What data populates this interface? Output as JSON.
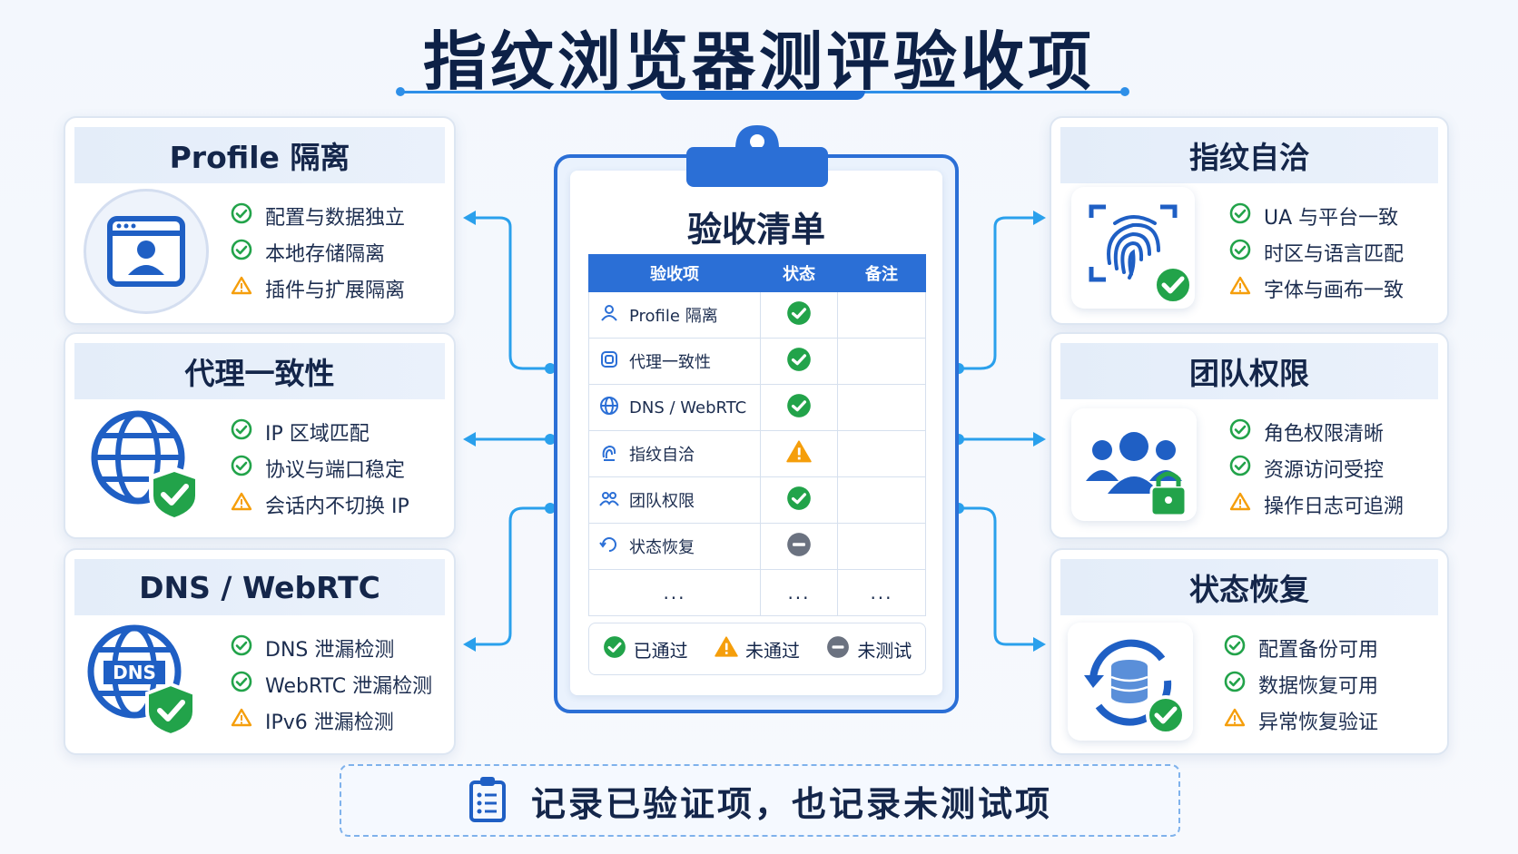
{
  "title": "指纹浏览器测评验收项",
  "left_cards": [
    {
      "title": "Profile 隔离",
      "icon": "profile-window-icon",
      "items": [
        {
          "text": "配置与数据独立",
          "status": "pass"
        },
        {
          "text": "本地存储隔离",
          "status": "pass"
        },
        {
          "text": "插件与扩展隔离",
          "status": "warn"
        }
      ]
    },
    {
      "title": "代理一致性",
      "icon": "globe-shield-icon",
      "items": [
        {
          "text": "IP 区域匹配",
          "status": "pass"
        },
        {
          "text": "协议与端口稳定",
          "status": "pass"
        },
        {
          "text": "会话内不切换 IP",
          "status": "warn"
        }
      ]
    },
    {
      "title": "DNS / WebRTC",
      "icon": "dns-globe-icon",
      "icon_label": "DNS",
      "items": [
        {
          "text": "DNS 泄漏检测",
          "status": "pass"
        },
        {
          "text": "WebRTC 泄漏检测",
          "status": "pass"
        },
        {
          "text": "IPv6 泄漏检测",
          "status": "warn"
        }
      ]
    }
  ],
  "right_cards": [
    {
      "title": "指纹自洽",
      "icon": "fingerprint-icon",
      "items": [
        {
          "text": "UA 与平台一致",
          "status": "pass"
        },
        {
          "text": "时区与语言匹配",
          "status": "pass"
        },
        {
          "text": "字体与画布一致",
          "status": "warn"
        }
      ]
    },
    {
      "title": "团队权限",
      "icon": "team-lock-icon",
      "items": [
        {
          "text": "角色权限清晰",
          "status": "pass"
        },
        {
          "text": "资源访问受控",
          "status": "pass"
        },
        {
          "text": "操作日志可追溯",
          "status": "warn"
        }
      ]
    },
    {
      "title": "状态恢复",
      "icon": "database-restore-icon",
      "items": [
        {
          "text": "配置备份可用",
          "status": "pass"
        },
        {
          "text": "数据恢复可用",
          "status": "pass"
        },
        {
          "text": "异常恢复验证",
          "status": "warn"
        }
      ]
    }
  ],
  "checklist": {
    "title": "验收清单",
    "headers": [
      "验收项",
      "状态",
      "备注"
    ],
    "rows": [
      {
        "name": "Profile 隔离",
        "status": "pass",
        "note": ""
      },
      {
        "name": "代理一致性",
        "status": "pass",
        "note": ""
      },
      {
        "name": "DNS / WebRTC",
        "status": "pass",
        "note": ""
      },
      {
        "name": "指纹自洽",
        "status": "warn",
        "note": ""
      },
      {
        "name": "团队权限",
        "status": "pass",
        "note": ""
      },
      {
        "name": "状态恢复",
        "status": "untested",
        "note": ""
      }
    ],
    "more": [
      "...",
      "...",
      "..."
    ],
    "legend": [
      {
        "status": "pass",
        "label": "已通过"
      },
      {
        "status": "warn",
        "label": "未通过"
      },
      {
        "status": "untested",
        "label": "未测试"
      }
    ]
  },
  "footer": "记录已验证项，也记录未测试项",
  "colors": {
    "pass": "#22a34a",
    "warn": "#f59e0b",
    "untested": "#6b7280",
    "accent": "#2b6fd6"
  }
}
